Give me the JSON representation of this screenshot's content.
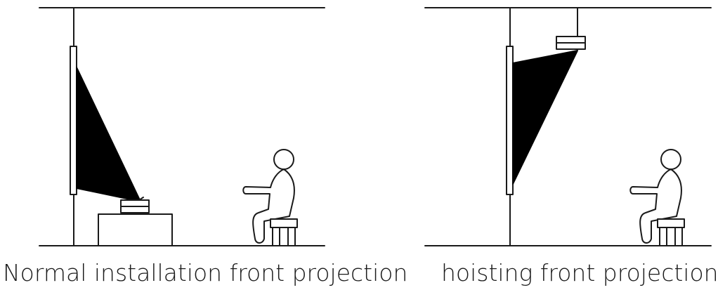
{
  "captions": {
    "left": "Normal installation front projection",
    "right": "hoisting front projection"
  },
  "colors": {
    "line": "#1a1a1a",
    "beam": "#000000",
    "background": "#ffffff"
  },
  "icons": {
    "left_scene": [
      "wall-screen",
      "projector-on-cabinet",
      "seated-viewer"
    ],
    "right_scene": [
      "wall-screen",
      "ceiling-mounted-projector",
      "seated-viewer"
    ]
  }
}
